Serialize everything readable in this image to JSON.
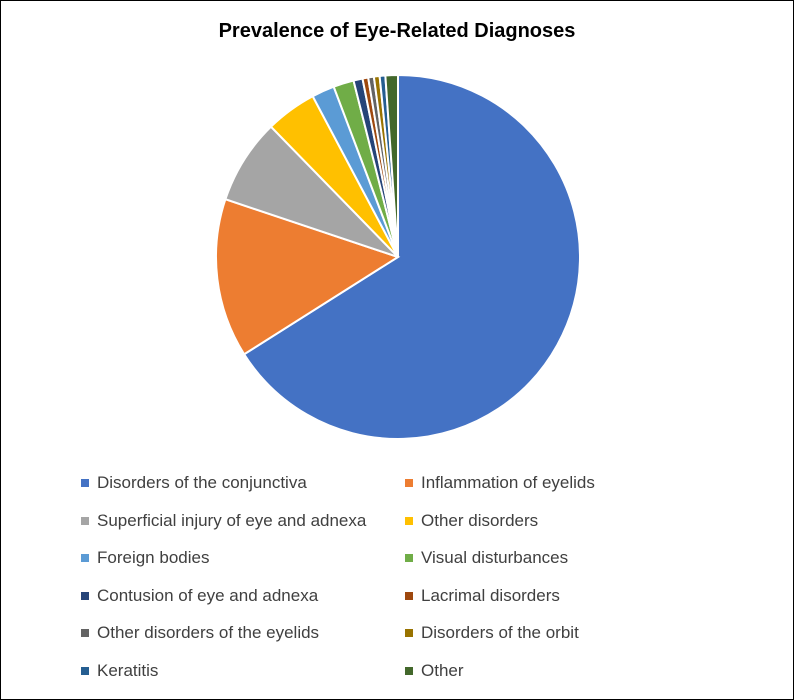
{
  "chart_data": {
    "type": "pie",
    "title": "Prevalence of Eye-Related Diagnoses",
    "legend_position": "bottom",
    "slices": [
      {
        "label": "Disorders of the conjunctiva",
        "value": 65.5,
        "color": "#4472C4"
      },
      {
        "label": "Inflammation of eyelids",
        "value": 14.0,
        "color": "#ED7D31"
      },
      {
        "label": "Superficial injury of eye and adnexa",
        "value": 7.5,
        "color": "#A5A5A5"
      },
      {
        "label": "Other disorders",
        "value": 4.5,
        "color": "#FFC000"
      },
      {
        "label": "Foreign bodies",
        "value": 2.0,
        "color": "#5B9BD5"
      },
      {
        "label": "Visual disturbances",
        "value": 1.8,
        "color": "#70AD47"
      },
      {
        "label": "Contusion of eye and adnexa",
        "value": 0.8,
        "color": "#264478"
      },
      {
        "label": "Lacrimal disorders",
        "value": 0.5,
        "color": "#9E480E"
      },
      {
        "label": "Other disorders of the eyelids",
        "value": 0.5,
        "color": "#636363"
      },
      {
        "label": "Disorders of the orbit",
        "value": 0.5,
        "color": "#997300"
      },
      {
        "label": "Keratitis",
        "value": 0.5,
        "color": "#255E91"
      },
      {
        "label": "Other",
        "value": 1.1,
        "color": "#43682B"
      }
    ]
  }
}
